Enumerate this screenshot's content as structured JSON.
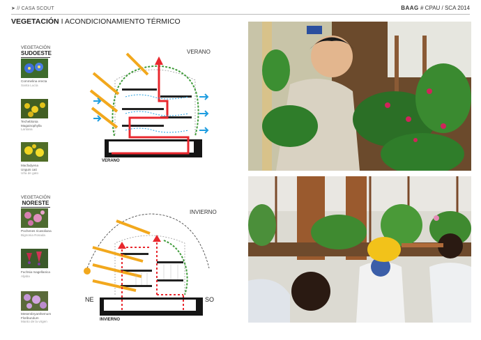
{
  "header": {
    "section": "➤ // CASA SCOUT",
    "brand": "BAAG",
    "hash": "#",
    "event": "CPAU  /  SCA 2014"
  },
  "title": {
    "bold": "VEGETACIÓN",
    "rest": " I ACONDICIONAMIENTO TÉRMICO"
  },
  "groups": [
    {
      "label": "VEGETACIÓN",
      "name": "SUDOESTE",
      "plants": [
        {
          "latin": "Commelina erecta",
          "common": "Santa Lucía",
          "color": "#3f6fd8"
        },
        {
          "latin": "Techeblonia",
          "latin2": "Magainophylla",
          "common": "Lantana",
          "color": "#e2c21a"
        },
        {
          "latin": "Macfadyena",
          "latin2": "Unguis cati",
          "common": "Uña de gato",
          "color": "#f0d520"
        }
      ]
    },
    {
      "label": "VEGETACIÓN",
      "name": "NORESTE",
      "plants": [
        {
          "latin": "Pochenes ricasoliana",
          "common": "Bignonia Rosada",
          "color": "#d77fb0"
        },
        {
          "latin": "Fuchsia magellanica",
          "common": "Aljaba",
          "color": "#c02a4a"
        },
        {
          "latin": "Mesembryanthemum",
          "latin2": "Floribundum",
          "common": "Manto de la virgen",
          "color": "#c596d6"
        }
      ]
    }
  ],
  "diagrams": {
    "summer_title": "VERANO",
    "summer_label": "VERANO",
    "winter_title": "INVIERNO",
    "winter_label": "INVIERNO",
    "ne": "NE",
    "so": "SO"
  },
  "colors": {
    "sun": "#f2a81d",
    "heat": "#e8282e",
    "breeze": "#1f9de0",
    "plant": "#3f9b3a"
  }
}
